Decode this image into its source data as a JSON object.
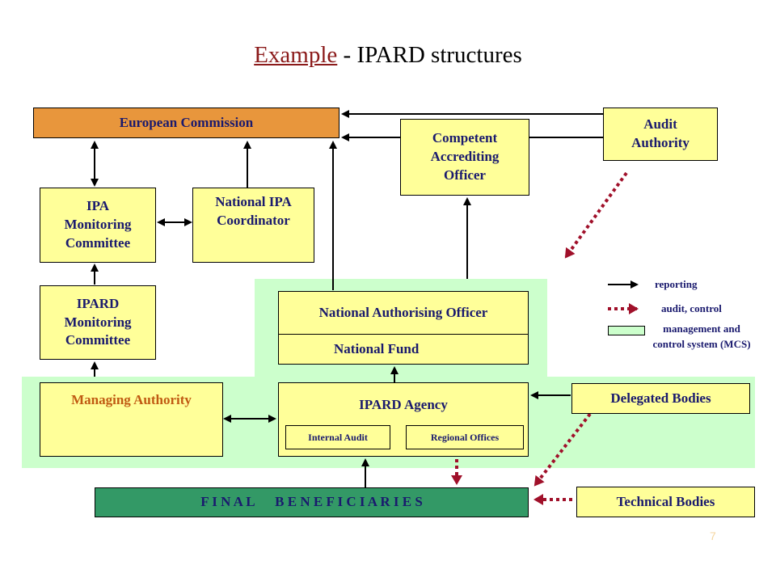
{
  "title": {
    "prefix": "Example",
    "rest": " - IPARD structures"
  },
  "boxes": {
    "european_commission": "European Commission",
    "competent_accrediting_officer": "Competent Accrediting Officer",
    "audit_authority": "Audit Authority",
    "ipa_monitoring_committee": "IPA Monitoring Committee",
    "national_ipa_coordinator": "National IPA Coordinator",
    "ipard_monitoring_committee": "IPARD Monitoring Committee",
    "national_authorising_officer": "National Authorising Officer",
    "national_fund": "National Fund",
    "managing_authority": "Managing Authority",
    "ipard_agency": "IPARD Agency",
    "internal_audit": "Internal Audit",
    "regional_offices": "Regional Offices",
    "delegated_bodies": "Delegated Bodies",
    "final_beneficiaries": "F I N A L      B E N E F I C I A R I E S",
    "technical_bodies": "Technical Bodies"
  },
  "legend": {
    "reporting": "reporting",
    "audit_control": "audit, control",
    "mcs": "management and control system (MCS)"
  },
  "page_number": "7",
  "colors": {
    "box_fill": "#ffff99",
    "ec_fill": "#e8963c",
    "mcs_fill": "#ccffcc",
    "beneficiaries_fill": "#339966",
    "audit_arrow": "#a0102a",
    "text": "#1a1a6e"
  }
}
